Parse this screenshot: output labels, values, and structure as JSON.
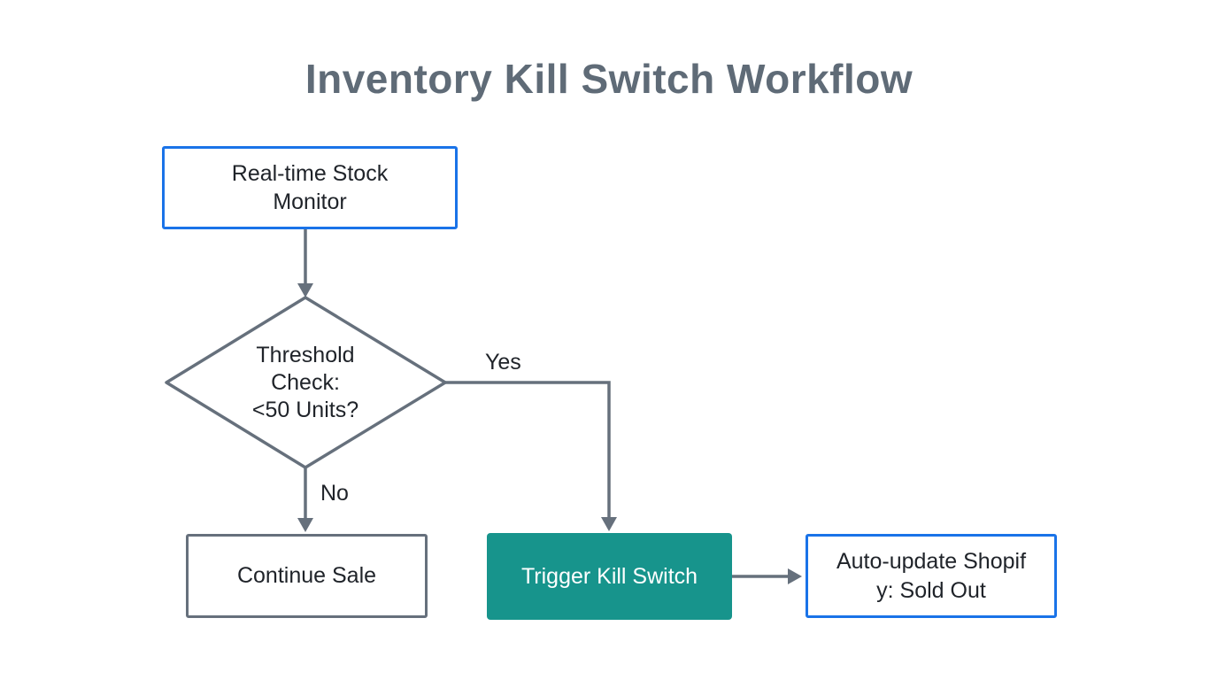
{
  "title": "Inventory Kill Switch Workflow",
  "colors": {
    "accent_blue": "#1a73e8",
    "connector_gray": "#66707c",
    "teal_fill": "#17948c",
    "title_gray": "#5f6b77",
    "text_dark": "#1f2329"
  },
  "nodes": {
    "stock_monitor": {
      "lines": [
        "Real-time Stock",
        "Monitor"
      ]
    },
    "threshold_check": {
      "lines": [
        "Threshold",
        "Check:",
        "<50 Units?"
      ]
    },
    "continue_sale": {
      "label": "Continue Sale"
    },
    "trigger_kill_switch": {
      "label": "Trigger Kill Switch"
    },
    "auto_update": {
      "lines": [
        "Auto-update Shopif",
        "y: Sold Out"
      ]
    }
  },
  "edges": {
    "yes_label": "Yes",
    "no_label": "No"
  }
}
